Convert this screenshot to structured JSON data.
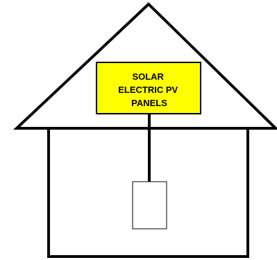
{
  "solar_panel": {
    "label_lines": [
      "SOLAR",
      "ELECTRIC PV",
      "PANELS"
    ],
    "fill_color": "#ffff00"
  },
  "colors": {
    "stroke": "#000000",
    "background": "#ffffff"
  }
}
